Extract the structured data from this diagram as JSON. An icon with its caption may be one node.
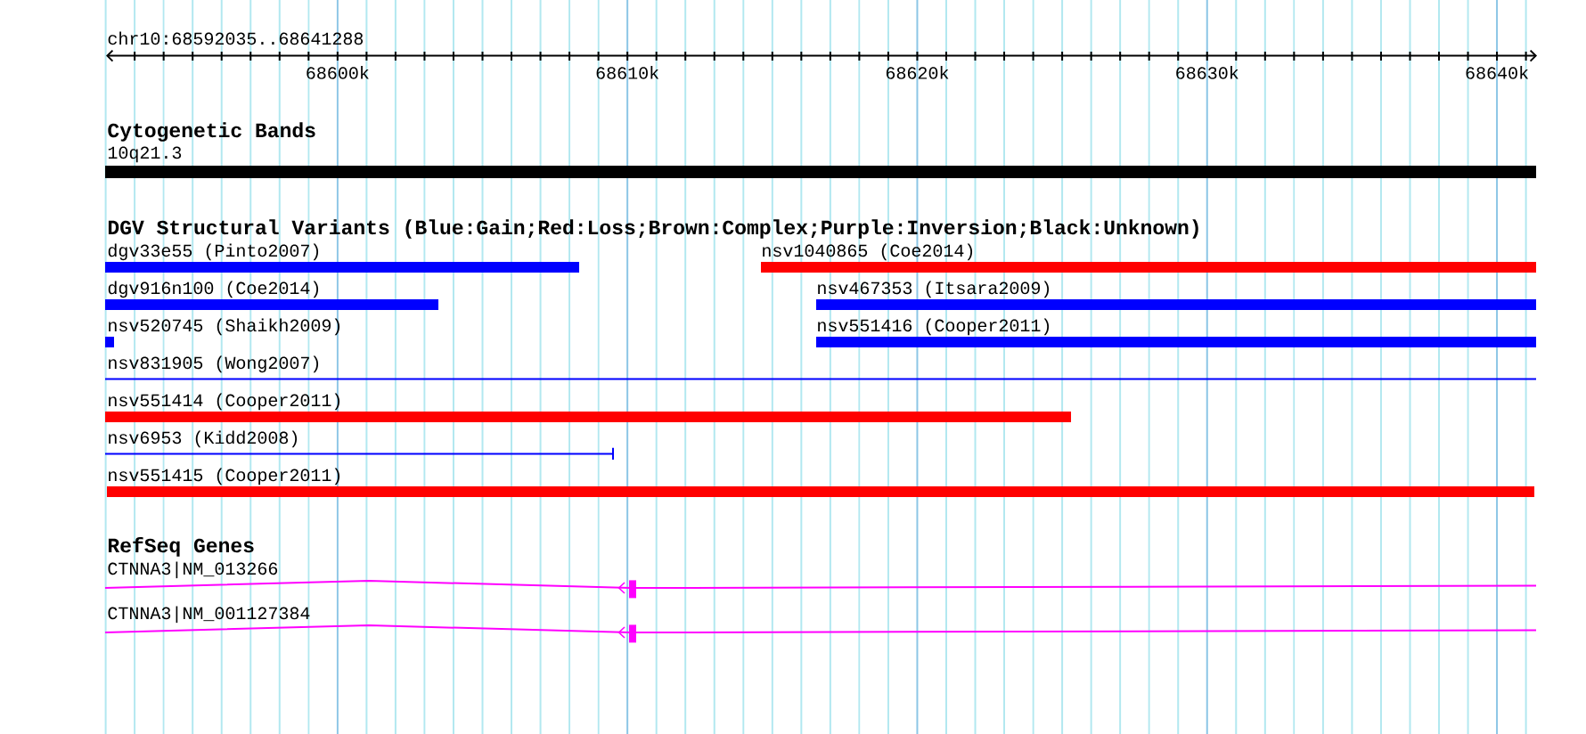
{
  "diagram": {
    "nodes": [
      {
        "text": [
          "10q21.3"
        ]
      },
      {
        "text": [
          "dgv33e55 (Pinto2007)"
        ]
      },
      {
        "text": [
          "nsv1040865 (Coe2014)"
        ]
      },
      {
        "text": [
          "dgv916n100 (Coe2014)"
        ]
      },
      {
        "text": [
          "nsv467353 (Itsara2009)"
        ]
      },
      {
        "text": [
          "nsv520745 (Shaikh2009)"
        ]
      },
      {
        "text": [
          "nsv551416 (Cooper2011)"
        ]
      },
      {
        "text": [
          "nsv831905 (Wong2007)"
        ]
      },
      {
        "text": [
          "nsv551414 (Cooper2011)"
        ]
      },
      {
        "text": [
          "nsv6953 (Kidd2008)"
        ]
      },
      {
        "text": [
          "nsv551415 (Cooper2011)"
        ]
      },
      {
        "text": [
          "CTNNA3|NM_013266"
        ]
      },
      {
        "text": [
          "CTNNA3|NM_001127384"
        ]
      }
    ],
    "labels": [
      "chr10:68592035..68641288",
      "68600k",
      "68610k",
      "68620k",
      "68630k",
      "68640k",
      "Cytogenetic Bands",
      "DGV Structural Variants (Blue:Gain;Red:Loss;Brown:Complex;Purple:Inversion;Black:Unknown)",
      "RefSeq Genes"
    ]
  }
}
